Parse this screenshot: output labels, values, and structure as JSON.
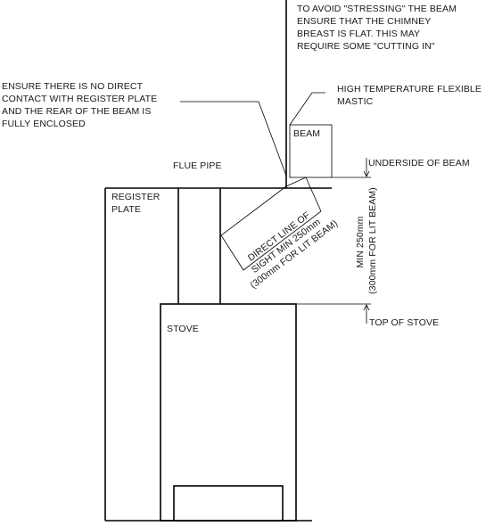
{
  "notes": {
    "stress_note": [
      "TO AVOID \"STRESSING\" THE BEAM",
      "ENSURE THAT THE CHIMNEY",
      "BREAST IS FLAT.  THIS MAY",
      "REQUIRE SOME \"CUTTING IN\""
    ],
    "contact_note": [
      "ENSURE THERE IS NO DIRECT",
      "CONTACT WITH REGISTER PLATE",
      "AND THE REAR OF THE BEAM IS",
      "FULLY ENCLOSED"
    ],
    "mastic_note": [
      "HIGH TEMPERATURE FLEXIBLE",
      "MASTIC"
    ]
  },
  "labels": {
    "beam": "BEAM",
    "flue_pipe": "FLUE PIPE",
    "underside_of_beam": "UNDERSIDE OF BEAM",
    "register_plate": [
      "REGISTER",
      "PLATE"
    ],
    "line_of_sight": [
      "DIRECT LINE OF",
      "SIGHT MIN 250mm",
      "(300mm FOR LIT BEAM)"
    ],
    "min_distance": [
      "MIN 250mm",
      "(300mm FOR LIT BEAM)"
    ],
    "stove": "STOVE",
    "top_of_stove": "TOP OF STOVE"
  }
}
